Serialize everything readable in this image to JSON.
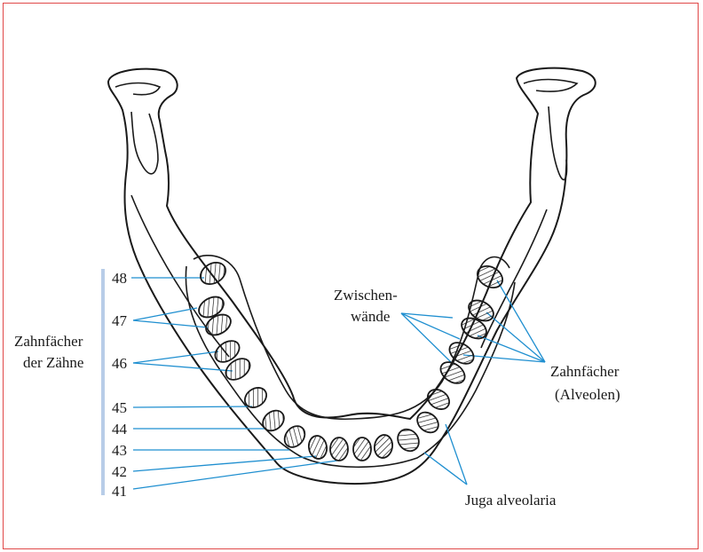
{
  "colors": {
    "frame": "#e04848",
    "leader": "#1f8fd0",
    "bracket": "#b8cde8",
    "ink": "#1a1a1a"
  },
  "labels": {
    "t48": "48",
    "t47": "47",
    "t46": "46",
    "t45": "45",
    "t44": "44",
    "t43": "43",
    "t42": "42",
    "t41": "41",
    "group_line1": "Zahnfächer",
    "group_line2": "der Zähne",
    "septa_line1": "Zwischen-",
    "septa_line2": "wände",
    "alveoli_line1": "Zahnfächer",
    "alveoli_line2": "(Alveolen)",
    "juga": "Juga alveolaria"
  }
}
